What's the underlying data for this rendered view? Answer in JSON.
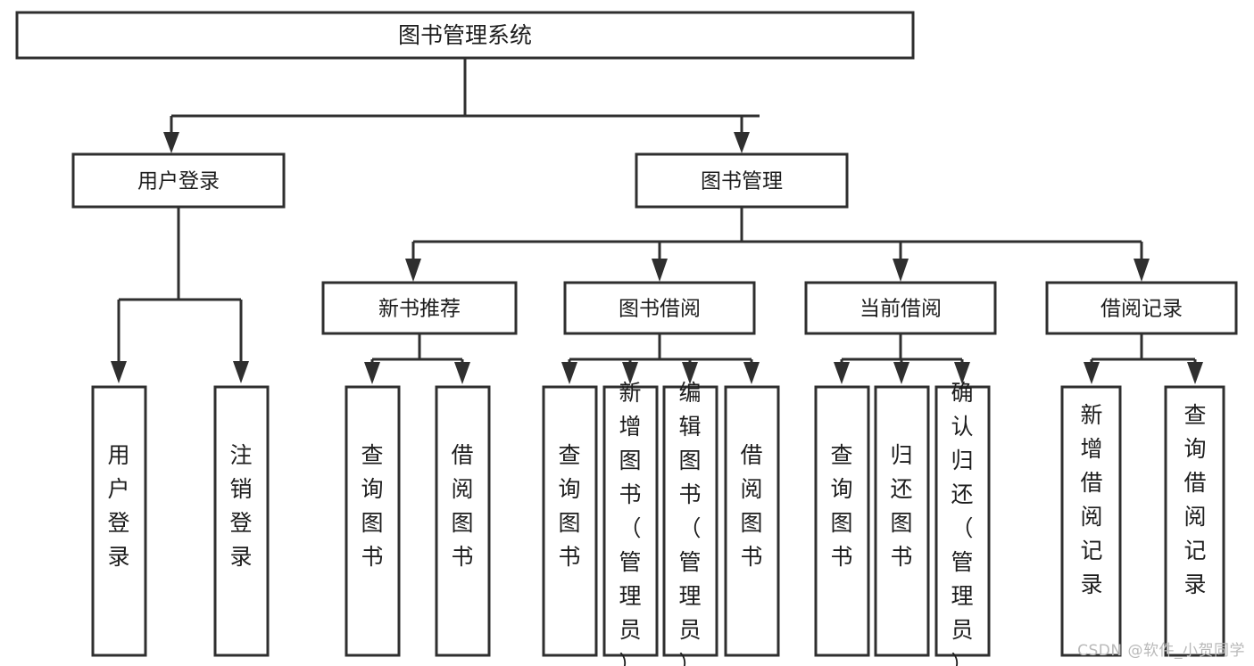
{
  "diagram": {
    "title": "图书管理系统",
    "watermark": "CSDN @软件_小贺同学",
    "root": {
      "label": "图书管理系统"
    },
    "level1": [
      {
        "label": "用户登录"
      },
      {
        "label": "图书管理"
      }
    ],
    "level2": [
      {
        "label": "新书推荐"
      },
      {
        "label": "图书借阅"
      },
      {
        "label": "当前借阅"
      },
      {
        "label": "借阅记录"
      }
    ],
    "leaves": {
      "user_login": [
        {
          "label": "用户登录"
        },
        {
          "label": "注销登录"
        }
      ],
      "new_book_recommend": [
        {
          "label": "查询图书"
        },
        {
          "label": "借阅图书"
        }
      ],
      "book_borrow": [
        {
          "label": "查询图书"
        },
        {
          "label": "新增图书（管理员）"
        },
        {
          "label": "编辑图书（管理员）"
        },
        {
          "label": "借阅图书"
        }
      ],
      "current_borrow": [
        {
          "label": "查询图书"
        },
        {
          "label": "归还图书"
        },
        {
          "label": "确认归还（管理员）"
        }
      ],
      "borrow_record": [
        {
          "label": "新增借阅记录"
        },
        {
          "label": "查询借阅记录"
        }
      ]
    },
    "colors": {
      "box_fill": "#ffffff",
      "box_stroke": "#2f2f2f",
      "text": "#1d1d1d",
      "watermark": "#b9b9b9",
      "background": "#ffffff"
    }
  }
}
